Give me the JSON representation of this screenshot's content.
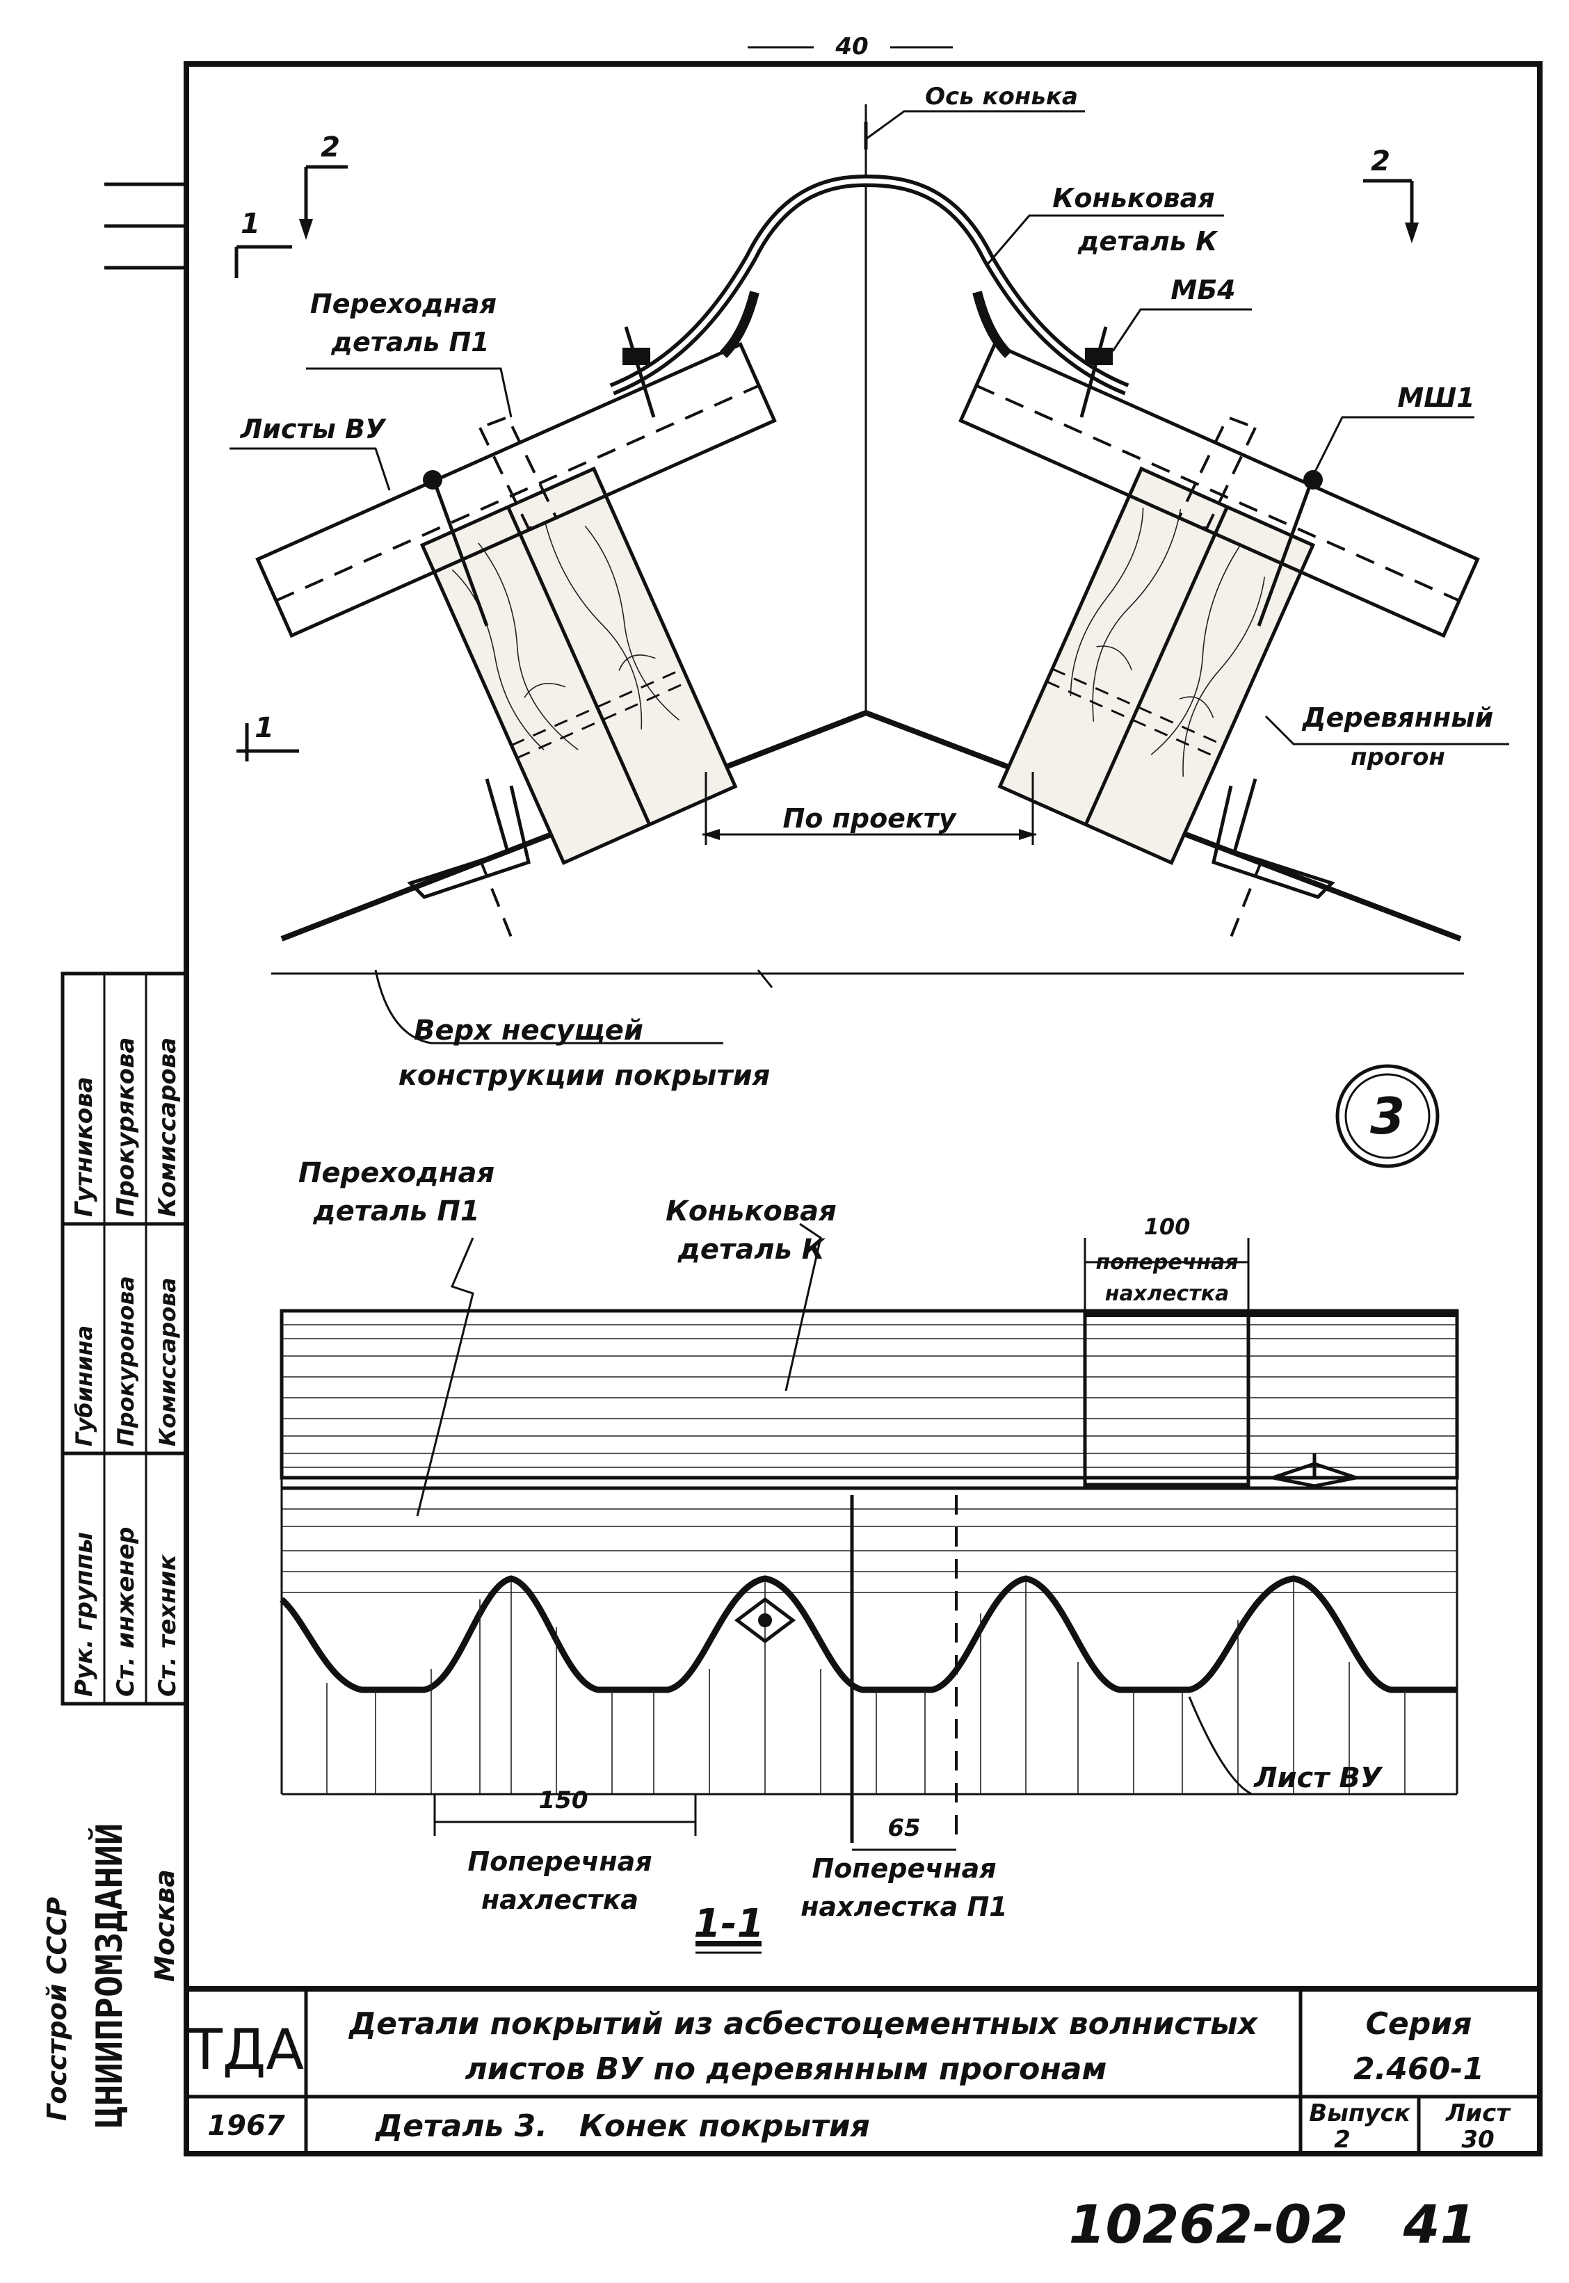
{
  "page_number": "40",
  "top_drawing": {
    "labels": {
      "ridge_axis": "Ось конька",
      "ridge_detail": [
        "Коньковая",
        "деталь К"
      ],
      "transition_detail": [
        "Переходная",
        "деталь П1"
      ],
      "sheets": "Листы ВУ",
      "bolt_mb4": "МБ4",
      "bolt_msh1": "МШ1",
      "wooden_purlin": [
        "Деревянный",
        "прогон"
      ],
      "per_project": "По проекту",
      "structure_top": [
        "Верх несущей",
        "конструкции покрытия"
      ],
      "section_mark_1": "1",
      "section_mark_2": "2"
    }
  },
  "detail_number": "3",
  "bottom_drawing": {
    "labels": {
      "transition_detail": [
        "Переходная",
        "деталь П1"
      ],
      "ridge_detail": [
        "Коньковая",
        "деталь К"
      ],
      "overlap_top_value": "100",
      "overlap_top": [
        "поперечная",
        "нахлестка"
      ],
      "dim_150": "150",
      "overlap_left": [
        "Поперечная",
        "нахлестка"
      ],
      "dim_65": "65",
      "overlap_mid": [
        "Поперечная",
        "нахлестка П1"
      ],
      "sheet_vu": "Лист ВУ",
      "section_title": "1-1"
    }
  },
  "side_stamp": {
    "roles": [
      "Рук. группы",
      "Ст. инженер",
      "Ст. техник"
    ],
    "signatures": [
      "Губинина",
      "Прокуронова",
      "Комиссарова"
    ],
    "names": [
      "Гутникова",
      "Прокурякова",
      "Комиссарова"
    ],
    "org": [
      "Госстрой СССР",
      "ЦНИИПРОМЗДАНИЙ",
      "Москва"
    ]
  },
  "title_block": {
    "tda": "ТДА",
    "title": [
      "Детали покрытий из асбестоцементных волнистых",
      "листов ВУ по деревянным прогонам"
    ],
    "series_label": "Серия",
    "series_value": "2.460-1",
    "year": "1967",
    "subtitle": "Деталь 3.   Конек покрытия",
    "issue_label": "Выпуск",
    "issue_value": "2",
    "sheet_label": "Лист",
    "sheet_value": "30"
  },
  "archive_number": "10262-02   41"
}
